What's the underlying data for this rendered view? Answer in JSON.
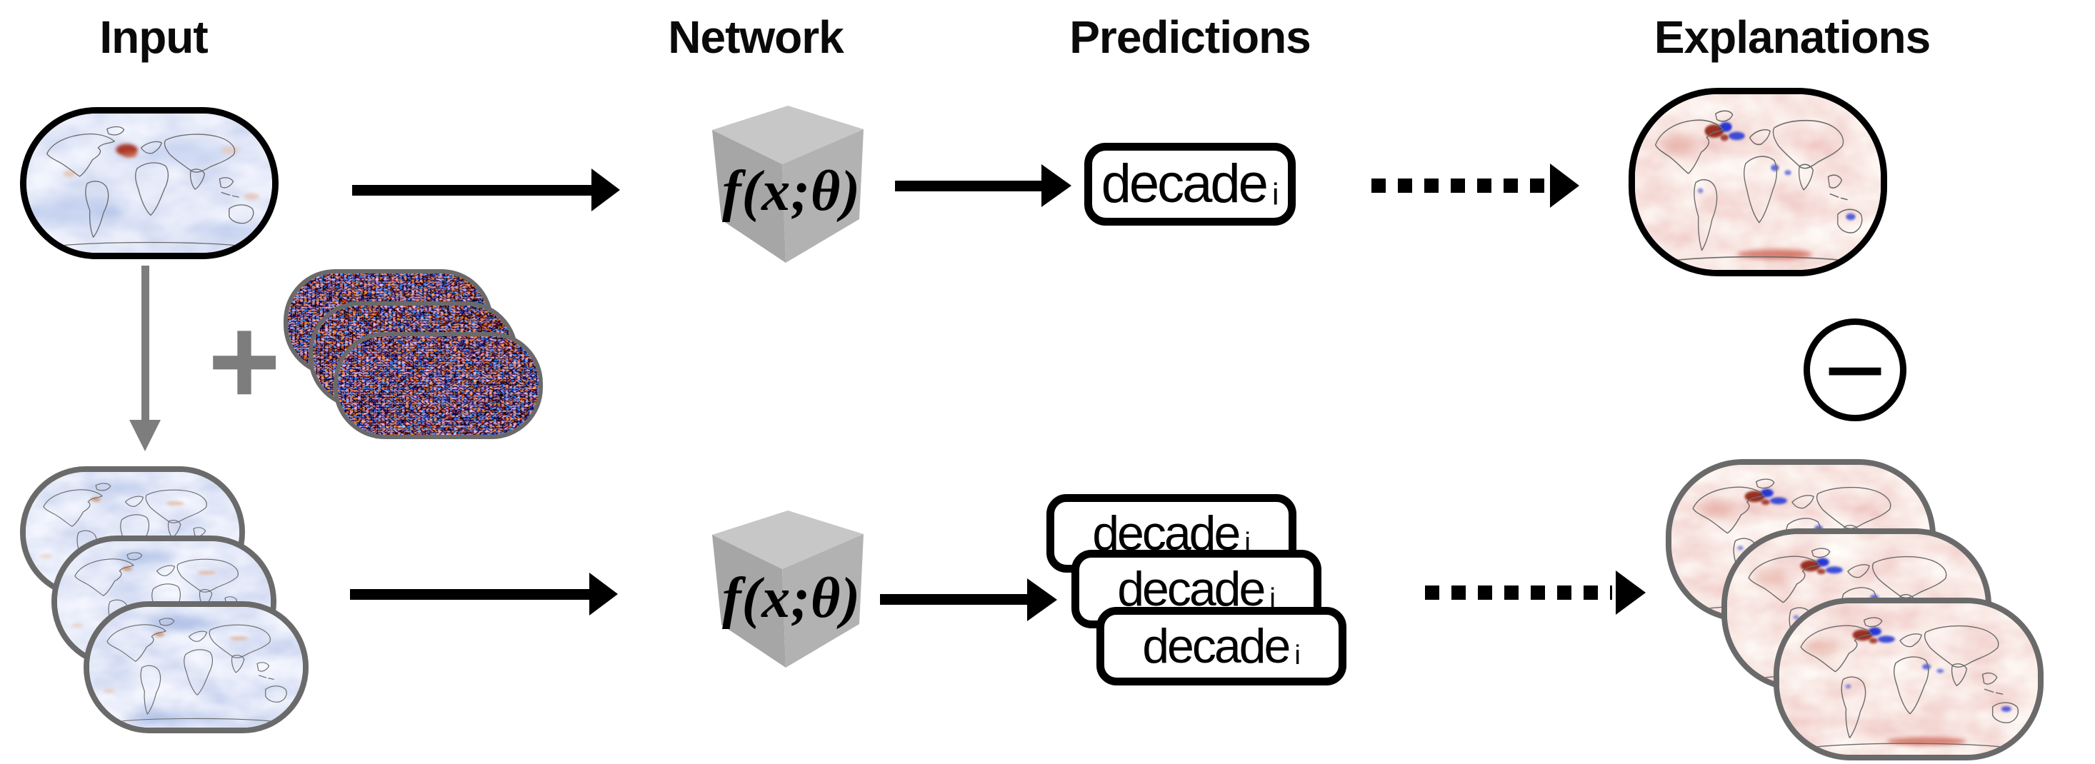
{
  "headers": {
    "input": "Input",
    "network": "Network",
    "predictions": "Predictions",
    "explanations": "Explanations"
  },
  "network": {
    "function_label": "f(x;θ)"
  },
  "predictions": {
    "single": {
      "label": "decade",
      "subscript": "i"
    },
    "stack": [
      {
        "label": "decade",
        "subscript": "i"
      },
      {
        "label": "decade",
        "subscript": "i"
      },
      {
        "label": "decade",
        "subscript": "i"
      }
    ]
  },
  "operators": {
    "add_noise_symbol": "+",
    "difference_symbol": "−"
  },
  "icons": {
    "input_map": "global-climate-map-blue",
    "noise_maps": "red-blue-noise-map",
    "noisy_input_maps": "global-climate-map-blue",
    "explanation_map": "relevance-heatmap-red",
    "explanation_stack_maps": "relevance-heatmap-red"
  },
  "colors": {
    "ink": "#000000",
    "gray_flow": "#7d7d7d",
    "map_border_gray": "#6a6a6a",
    "cube_top": "#c7c7c7",
    "cube_left": "#a6a6a6",
    "cube_right": "#b2b2b2",
    "ocean_blue": "#c9d6f0",
    "heat_red": "#e8c7c0",
    "hotspot_red": "#a83222",
    "anomaly_blue": "#2b3cd0"
  }
}
